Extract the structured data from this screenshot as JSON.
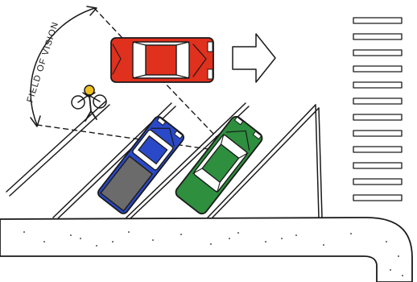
{
  "diagram": {
    "label_field_of_vision": "FIELD OF VISION",
    "colors": {
      "red_car": "#e0301e",
      "blue_car": "#2a49c8",
      "green_car": "#2e8f3e",
      "cyclist_helmet": "#f0c020",
      "ink": "#1a1a1a",
      "curb_fill": "#ffffff"
    },
    "elements": [
      "moving-red-car",
      "direction-arrow",
      "cyclist",
      "parked-blue-truck",
      "parked-green-car",
      "crosswalk",
      "parking-stall-lines",
      "curb",
      "sight-lines"
    ]
  }
}
